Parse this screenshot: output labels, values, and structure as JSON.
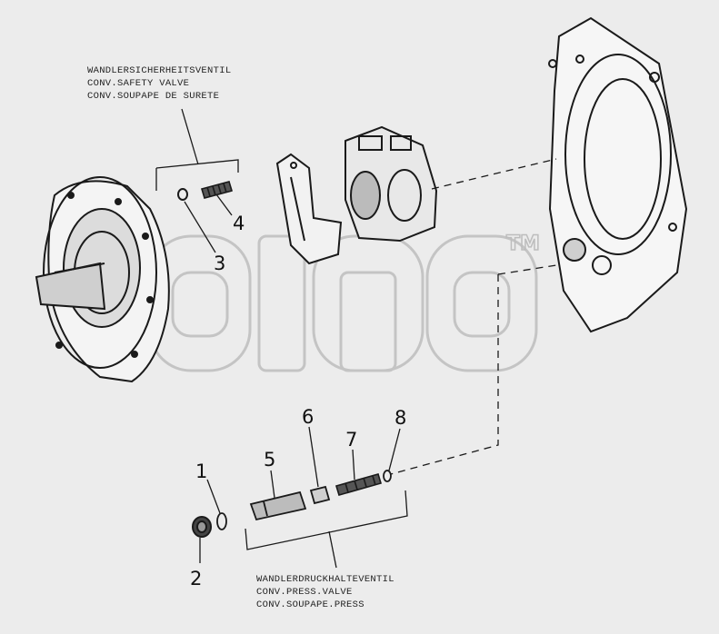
{
  "safety_valve_label": {
    "line1": "WANDLERSICHERHEITSVENTIL",
    "line2": "CONV.SAFETY VALVE",
    "line3": "CONV.SOUPAPE DE SURETE"
  },
  "press_valve_label": {
    "line1": "WANDLERDRUCKHALTEVENTIL",
    "line2": "CONV.PRESS.VALVE",
    "line3": "CONV.SOUPAPE.PRESS"
  },
  "callouts": {
    "c1": "1",
    "c2": "2",
    "c3": "3",
    "c4": "4",
    "c5": "5",
    "c6": "6",
    "c7": "7",
    "c8": "8"
  },
  "watermark": {
    "tm": "TM"
  },
  "colors": {
    "line": "#1a1a1a",
    "watermark": "#c4c4c4",
    "background": "#ececec"
  }
}
